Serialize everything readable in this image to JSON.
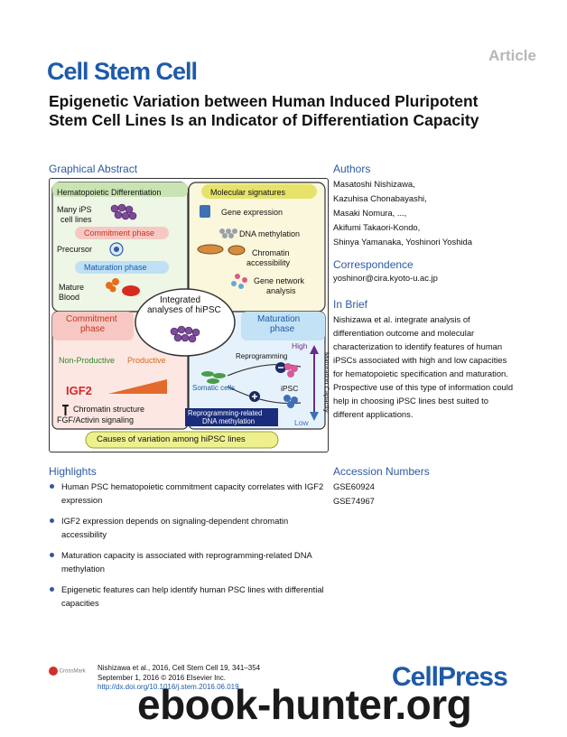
{
  "header": {
    "article_label": "Article",
    "journal": "Cell Stem Cell",
    "title": "Epigenetic Variation between Human Induced Pluripotent Stem Cell Lines Is an Indicator of Differentiation Capacity"
  },
  "graphical_abstract": {
    "heading": "Graphical Abstract",
    "hema_title": "Hematopoietic Differentiation",
    "many_ips": "Many iPS",
    "cell_lines": "cell lines",
    "commitment_pill": "Commitment phase",
    "precursor": "Precursor",
    "maturation_pill": "Maturation phase",
    "mature": "Mature",
    "blood": "Blood",
    "mol_title": "Molecular signatures",
    "gene_expression": "Gene expression",
    "dna_meth": "DNA methylation",
    "chromatin": "Chromatin",
    "accessibility": "accessibility",
    "gene_network": "Gene network",
    "analysis": "analysis",
    "integrated1": "Integrated",
    "integrated2": "analyses of hiPSC",
    "commit_box1": "Commitment",
    "commit_box2": "phase",
    "mat_box1": "Maturation",
    "mat_box2": "phase",
    "non_productive": "Non-Productive",
    "productive": "Productive",
    "igf2": "IGF2",
    "chromatin_structure": "Chromatin structure",
    "fgf": "FGF/Activin signaling",
    "reprogramming": "Reprogramming",
    "high": "High",
    "maturation_capacity": "Maturation Capacity",
    "somatic": "Somatic cells",
    "ipsc": "iPSC",
    "low": "Low",
    "rr1": "Reprogramming-related",
    "rr2": "DNA methylation",
    "causes": "Causes of variation among hiPSC lines"
  },
  "authors": {
    "heading": "Authors",
    "lines": [
      "Masatoshi Nishizawa,",
      "Kazuhisa Chonabayashi,",
      "Masaki Nomura, ...,",
      "Akifumi Takaori-Kondo,",
      "Shinya Yamanaka, Yoshinori Yoshida"
    ]
  },
  "correspondence": {
    "heading": "Correspondence",
    "email": "yoshinor@cira.kyoto-u.ac.jp"
  },
  "in_brief": {
    "heading": "In Brief",
    "text": "Nishizawa et al. integrate analysis of differentiation outcome and molecular characterization to identify features of human iPSCs associated with high and low capacities for hematopoietic specification and maturation. Prospective use of this type of information could help in choosing iPSC lines best suited to different applications."
  },
  "highlights": {
    "heading": "Highlights",
    "items": [
      "Human PSC hematopoietic commitment capacity correlates with IGF2 expression",
      "IGF2 expression depends on signaling-dependent chromatin accessibility",
      "Maturation capacity is associated with reprogramming-related DNA methylation",
      "Epigenetic features can help identify human PSC lines with differential capacities"
    ]
  },
  "accession": {
    "heading": "Accession Numbers",
    "items": [
      "GSE60924",
      "GSE74967"
    ]
  },
  "footer": {
    "citation": "Nishizawa et al., 2016, Cell Stem Cell 19, 341–354",
    "date": "September 1, 2016 © 2016 Elsevier Inc.",
    "doi": "http://dx.doi.org/10.1016/j.stem.2016.06.019",
    "crossmark": "CrossMark",
    "publisher": "CellPress"
  },
  "watermark": "ebook-hunter.org"
}
